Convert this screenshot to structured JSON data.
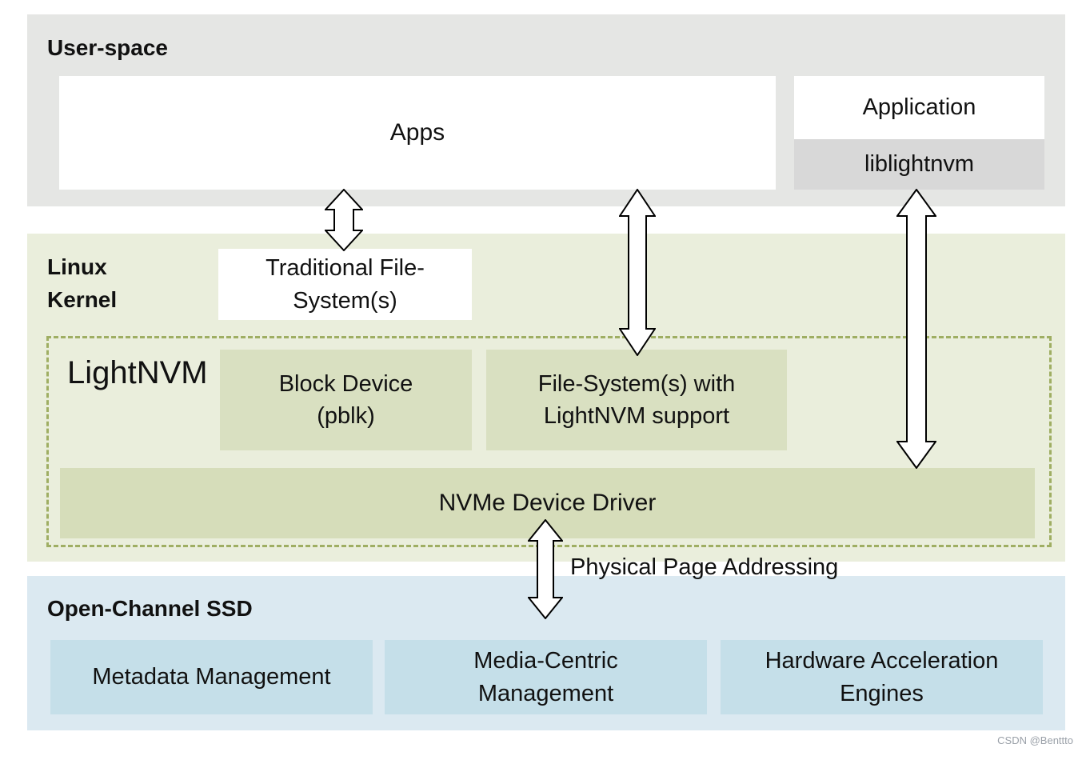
{
  "sections": {
    "userspace": {
      "label": "User-space"
    },
    "kernel": {
      "label": "Linux\nKernel"
    },
    "ssd": {
      "label": "Open-Channel SSD"
    }
  },
  "boxes": {
    "apps": "Apps",
    "application": "Application",
    "liblightnvm": "liblightnvm",
    "traditional_fs": "Traditional File-\nSystem(s)",
    "lightnvm": "LightNVM",
    "block_device": "Block Device\n(pblk)",
    "fs_lightnvm": "File-System(s) with\nLightNVM support",
    "nvme_driver": "NVMe Device Driver",
    "metadata": "Metadata Management",
    "media_centric": "Media-Centric\nManagement",
    "hardware_accel": "Hardware Acceleration\nEngines"
  },
  "annotations": {
    "ppa": "Physical Page Addressing",
    "watermark": "CSDN @Benttto"
  },
  "colors": {
    "userspace_bg": "#e5e6e4",
    "kernel_bg": "#eaeedc",
    "kernel_box_bg": "#d9e0c1",
    "nvme_bar_bg": "#d6ddba",
    "lightnvm_dashed_border": "#9fae63",
    "liblightnvm_bg": "#d8d8d8",
    "ssd_bg": "#dbe9f1",
    "ssd_box_bg": "#c5dfe9",
    "arrow_fill": "#ffffff",
    "arrow_stroke": "#000000",
    "watermark_color": "#9aa0a8"
  }
}
